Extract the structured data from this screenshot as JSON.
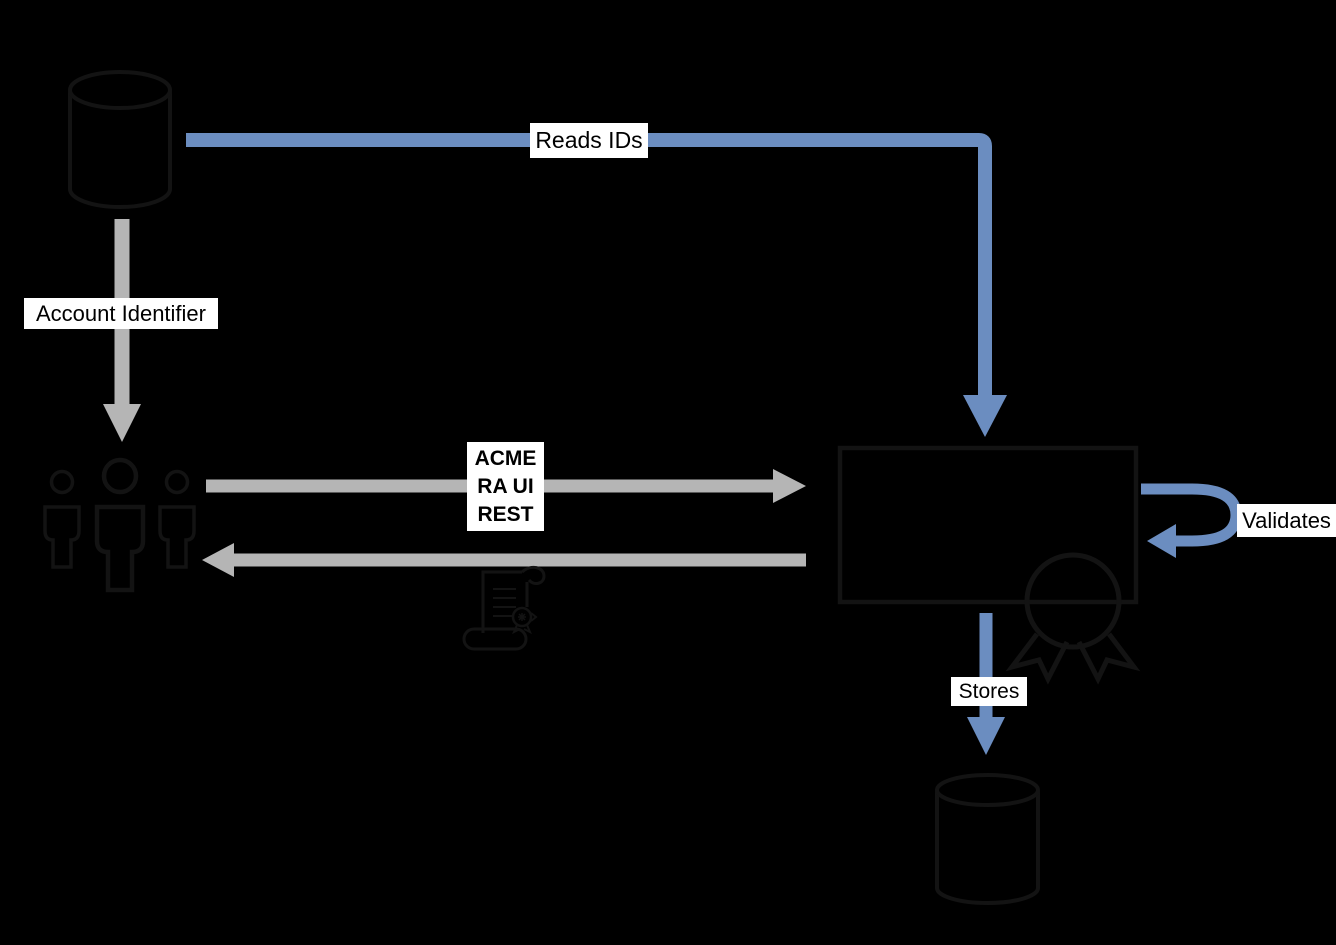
{
  "diagram": {
    "colors": {
      "background": "#000000",
      "arrow_blue": "#6b8dc0",
      "arrow_gray": "#b5b5b5",
      "shape_stroke": "#131313",
      "label_bg": "#ffffff",
      "label_text": "#000000"
    },
    "labels": {
      "reads_ids": "Reads IDs",
      "account_identifier": "Account Identifier",
      "request_line1": "ACME",
      "request_line2": "RA UI",
      "request_line3": "REST",
      "validates": "Validates",
      "stores": "Stores"
    },
    "icons": [
      {
        "name": "database-cylinder-icon",
        "position": "top-left"
      },
      {
        "name": "users-group-icon",
        "position": "middle-left"
      },
      {
        "name": "process-box",
        "position": "middle-right"
      },
      {
        "name": "award-ribbon-icon",
        "position": "process-box-bottom-right"
      },
      {
        "name": "certificate-scroll-icon",
        "position": "center-below-response-arrow"
      },
      {
        "name": "database-cylinder-icon",
        "position": "bottom-right"
      }
    ],
    "edges": [
      {
        "label": "Reads IDs",
        "color": "blue",
        "from": "top-left-database",
        "to": "process-box-top"
      },
      {
        "label": "Account Identifier",
        "color": "gray",
        "from": "top-left-database",
        "to": "users-group"
      },
      {
        "label": "ACME RA UI REST",
        "color": "gray",
        "from": "users-group",
        "to": "process-box"
      },
      {
        "label": "",
        "color": "gray",
        "from": "process-box",
        "to": "users-group"
      },
      {
        "label": "Validates",
        "color": "blue",
        "from": "process-box",
        "to": "process-box"
      },
      {
        "label": "Stores",
        "color": "blue",
        "from": "process-box",
        "to": "bottom-database"
      }
    ]
  }
}
